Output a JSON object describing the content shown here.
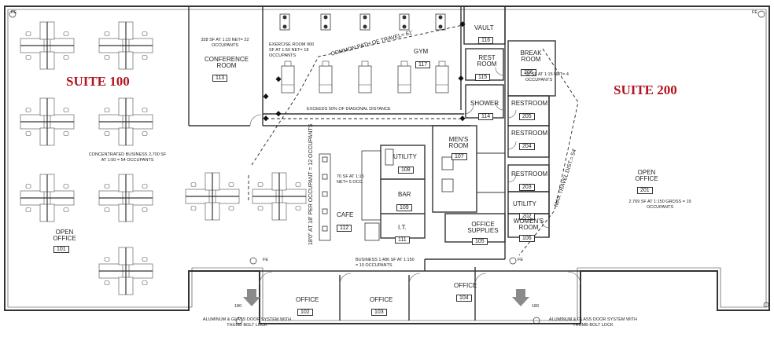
{
  "suites": {
    "suite_100": "SUITE 100",
    "suite_200": "SUITE 200"
  },
  "rooms": {
    "conference": {
      "name": "CONFERENCE ROOM",
      "number": "113",
      "note": "328 SF AT 1:15 NET= 22 OCCUPANTS"
    },
    "exercise": {
      "note": "EXERCISE ROOM 900 SF AT 1:50 NET= 18 OCCUPANTS"
    },
    "gym": {
      "name": "GYM",
      "number": "117"
    },
    "vault": {
      "name": "VAULT",
      "number": "116"
    },
    "rest": {
      "name": "REST ROOM",
      "number": "115"
    },
    "shower": {
      "name": "SHOWER",
      "number": "114"
    },
    "break_room": {
      "name": "BREAK ROOM",
      "number": "206",
      "note": "52 SF AT 1:15 NET= 4 OCCUPANTS"
    },
    "restroom_205": {
      "name": "RESTROOM",
      "number": "205"
    },
    "restroom_204": {
      "name": "RESTROOM",
      "number": "204"
    },
    "restroom_203": {
      "name": "RESTROOM",
      "number": "203"
    },
    "utility_202": {
      "name": "UTILITY",
      "number": "202"
    },
    "womens_room": {
      "name": "WOMEN'S ROOM",
      "number": "106"
    },
    "mens_room": {
      "name": "MEN'S ROOM",
      "number": "107"
    },
    "utility_108": {
      "name": "UTILITY",
      "number": "108"
    },
    "bar": {
      "name": "BAR",
      "number": "109"
    },
    "it": {
      "name": "I.T.",
      "number": "111"
    },
    "cafe": {
      "name": "CAFE",
      "number": "112",
      "note": "70 SF AT 1:15 NET= 5 OCC."
    },
    "office_supplies": {
      "name": "OFFICE SUPPLIES",
      "number": "105"
    },
    "office_104": {
      "name": "OFFICE",
      "number": "104"
    },
    "office_103": {
      "name": "OFFICE",
      "number": "103"
    },
    "office_102": {
      "name": "OFFICE",
      "number": "102"
    },
    "open_office_101": {
      "name": "OPEN OFFICE",
      "number": "101"
    },
    "open_office_201": {
      "name": "OPEN OFFICE",
      "number": "201",
      "note": "2,769 SF AT 1:150 GROSS = 19 OCCUPANTS"
    }
  },
  "notes": {
    "concentrated_business": "CONCENTRATED BUSINESS 2,700 SF AT 1:50 = 54 OCCUPANTS",
    "business": "BUSINESS 1,486 SF AT 1:150 = 10 OCCUPANTS",
    "common_path": "COMMON PATH OF TRAVEL= 61'",
    "diagonal": "EXCEEDS 50% OF DIAGONAL DISTANCE",
    "max_travel": "MAX TRAVEL DIST.= 54'",
    "occupancy_vertical": "18'0\" AT 18' PER OCCUPANT = 12 OCCUPANTS",
    "door_left": "ALUMINUM & GLASS DOOR SYSTEM WITH THUMB BOLT LOCK",
    "door_right": "ALUMINUM & GLASS DOOR SYSTEM WITH THUMB BOLT LOCK",
    "dim_180_left": "180",
    "dim_180_right": "180",
    "fe": "FE"
  },
  "colors": {
    "line": "#333333",
    "suite_text": "#b3131d",
    "arrow": "#8a8a8a"
  }
}
